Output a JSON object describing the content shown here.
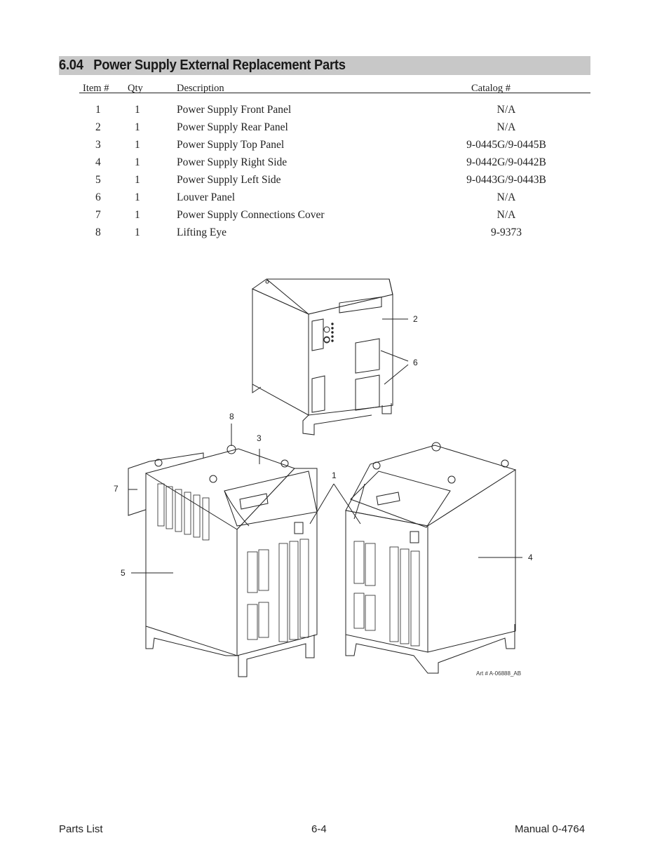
{
  "section": {
    "number": "6.04",
    "title": "Power Supply External Replacement Parts"
  },
  "table": {
    "headers": {
      "item": "Item #",
      "qty": "Qty",
      "description": "Description",
      "catalog": "Catalog #"
    },
    "rows": [
      {
        "item": "1",
        "qty": "1",
        "description": "Power Supply Front Panel",
        "catalog": "N/A"
      },
      {
        "item": "2",
        "qty": "1",
        "description": "Power Supply Rear Panel",
        "catalog": "N/A"
      },
      {
        "item": "3",
        "qty": "1",
        "description": "Power Supply Top Panel",
        "catalog": "9-0445G/9-0445B"
      },
      {
        "item": "4",
        "qty": "1",
        "description": "Power Supply Right Side",
        "catalog": "9-0442G/9-0442B"
      },
      {
        "item": "5",
        "qty": "1",
        "description": "Power Supply Left Side",
        "catalog": "9-0443G/9-0443B"
      },
      {
        "item": "6",
        "qty": "1",
        "description": "Louver Panel",
        "catalog": "N/A"
      },
      {
        "item": "7",
        "qty": "1",
        "description": "Power Supply Connections Cover",
        "catalog": "N/A"
      },
      {
        "item": "8",
        "qty": "1",
        "description": "Lifting Eye",
        "catalog": "9-9373"
      }
    ]
  },
  "figure": {
    "callouts": [
      "1",
      "2",
      "3",
      "4",
      "5",
      "6",
      "7",
      "8"
    ],
    "art_number": "Art # A-06888_AB"
  },
  "footer": {
    "left": "Parts List",
    "center": "6-4",
    "right": "Manual 0-4764"
  }
}
